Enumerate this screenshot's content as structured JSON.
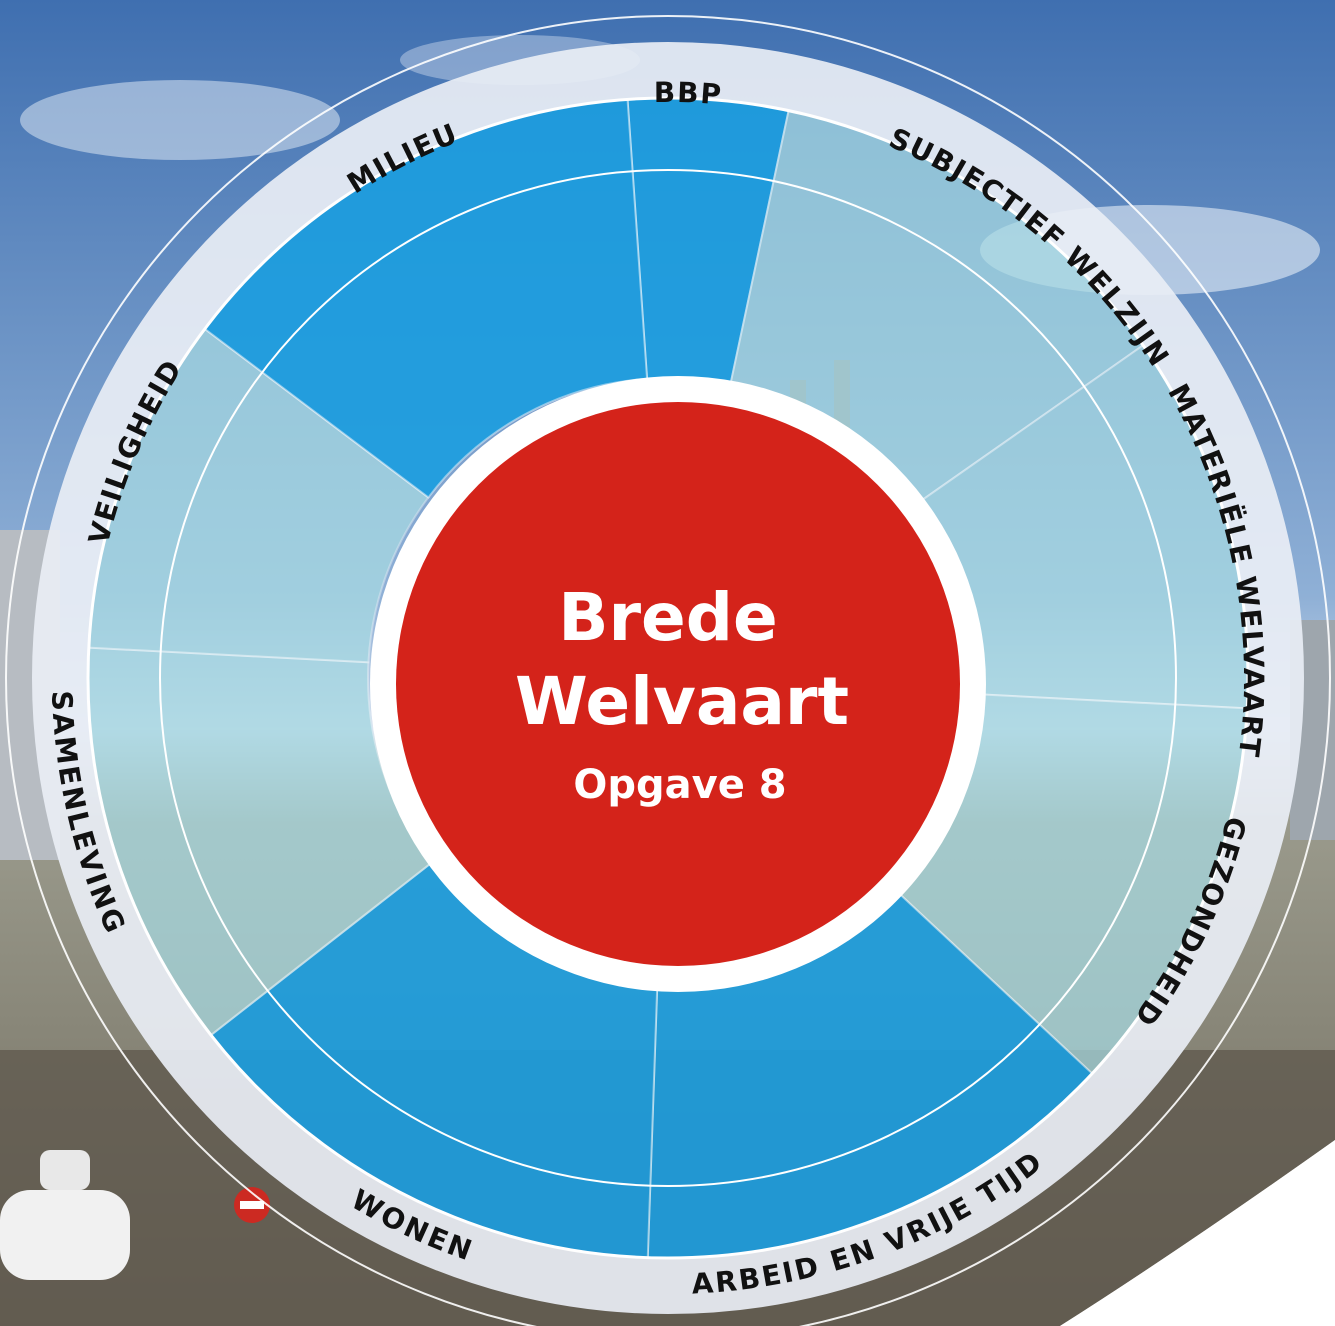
{
  "center": {
    "title_line1": "Brede",
    "title_line2": "Welvaart",
    "subtitle": "Opgave 8",
    "color": "#d4231a"
  },
  "colors": {
    "segment_highlight": "#1b9ee0",
    "segment_light": "#a8dbe3",
    "ring": "#e9eef5",
    "sky_top": "#3f6fb0",
    "sky_bottom": "#c9d8ea",
    "ground": "#6f6a5c"
  },
  "segments": [
    {
      "id": "bbp",
      "label": "BBP",
      "highlighted": true
    },
    {
      "id": "subjectief-welzijn",
      "label": "SUBJECTIEF WELZIJN",
      "highlighted": false
    },
    {
      "id": "materiele-welvaart",
      "label": "MATERIËLE WELVAART",
      "highlighted": false
    },
    {
      "id": "gezondheid",
      "label": "GEZONDHEID",
      "highlighted": false
    },
    {
      "id": "arbeid-en-vrije-tijd",
      "label": "ARBEID EN VRIJE TIJD",
      "highlighted": true
    },
    {
      "id": "wonen",
      "label": "WONEN",
      "highlighted": true
    },
    {
      "id": "samenleving",
      "label": "SAMENLEVING",
      "highlighted": false
    },
    {
      "id": "veiligheid",
      "label": "VEILIGHEID",
      "highlighted": false
    },
    {
      "id": "milieu",
      "label": "MILIEU",
      "highlighted": true
    }
  ]
}
